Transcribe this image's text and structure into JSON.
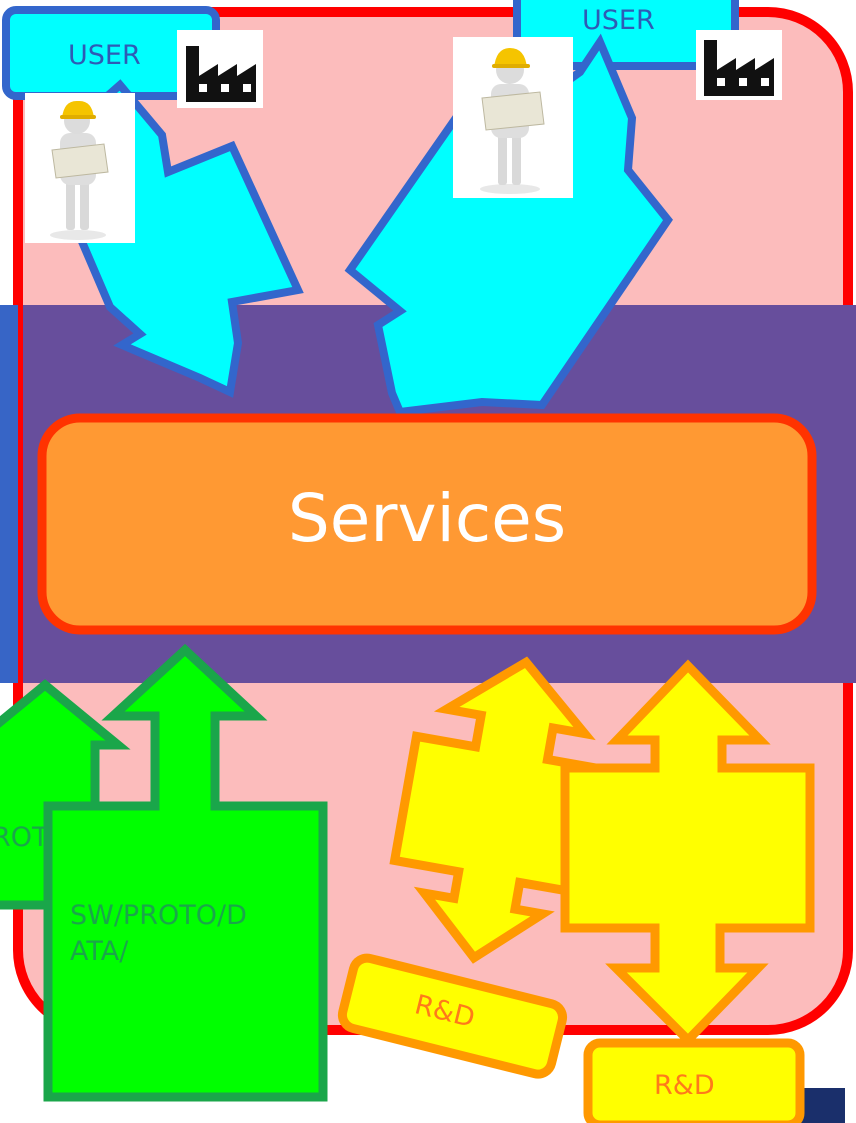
{
  "colors": {
    "outer_fill": "#fcbcbc",
    "outer_border": "#ff0000",
    "middle_band": "#674e9c",
    "left_edge_band": "#3765c6",
    "services_fill": "#ff9933",
    "services_border": "#ff3300",
    "user_arrow_fill": "#00ffff",
    "user_arrow_border": "#3366cc",
    "green_fill": "#00ff00",
    "green_border": "#1aa64a",
    "yellow_fill": "#ffff00",
    "orange_border": "#ff9900",
    "dark_corner": "#1a2f6b"
  },
  "users": [
    {
      "label": "USER",
      "factory_icon": "factory-icon",
      "worker_icon": "construction-worker-icon"
    },
    {
      "label": "USER",
      "factory_icon": "factory-icon",
      "worker_icon": "construction-worker-icon"
    }
  ],
  "services": {
    "label": "Services"
  },
  "data_sources": [
    {
      "label": "ROT"
    },
    {
      "label_lines": [
        "SW/PROTO/D",
        "ATA/"
      ]
    }
  ],
  "rnd": [
    {
      "label": "R&D"
    },
    {
      "label": "R&D"
    }
  ]
}
